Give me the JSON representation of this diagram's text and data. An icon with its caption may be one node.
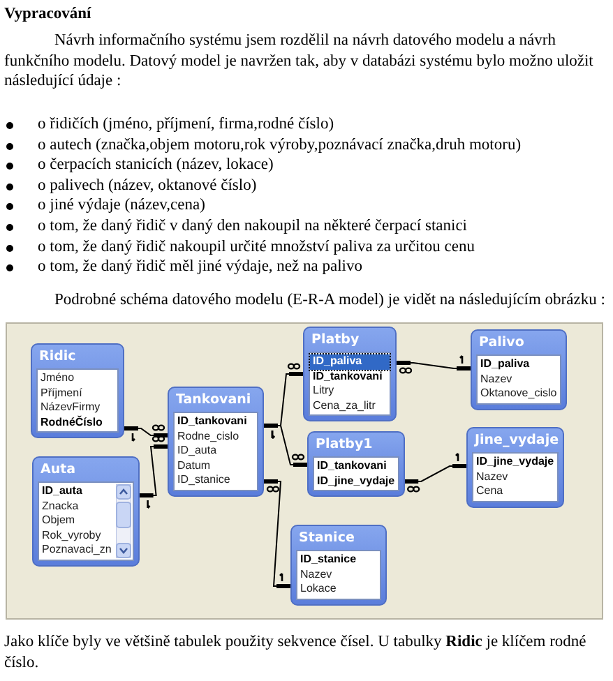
{
  "diagram": {
    "title": "Vypracování",
    "nodes": [
      {
        "text": [
          "Ridic",
          "Jméno",
          "Příjmení",
          "NázevFirmy",
          "RodnéČíslo"
        ]
      },
      {
        "text": [
          "Auta",
          "ID_auta",
          "Znacka",
          "Objem",
          "Rok_vyroby",
          "Poznavaci_zn"
        ]
      },
      {
        "text": [
          "Tankovani",
          "ID_tankovani",
          "Rodne_cislo",
          "ID_auta",
          "Datum",
          "ID_stanice"
        ]
      },
      {
        "text": [
          "Platby",
          "ID_paliva",
          "ID_tankovani",
          "Litry",
          "Cena_za_litr"
        ]
      },
      {
        "text": [
          "Platby1",
          "ID_tankovani",
          "ID_jine_vydaje"
        ]
      },
      {
        "text": [
          "Stanice",
          "ID_stanice",
          "Nazev",
          "Lokace"
        ]
      },
      {
        "text": [
          "Palivo",
          "ID_paliva",
          "Nazev",
          "Oktanove_cislo"
        ]
      },
      {
        "text": [
          "Jine_vydaje",
          "ID_jine_vydaje",
          "Nazev",
          "Cena"
        ]
      }
    ],
    "edges": [
      {
        "from": 0,
        "to": 2,
        "arrow": "other"
      },
      {
        "from": 1,
        "to": 2,
        "arrow": "other"
      },
      {
        "from": 2,
        "to": 3,
        "arrow": "other"
      },
      {
        "from": 2,
        "to": 4,
        "arrow": "other"
      },
      {
        "from": 5,
        "to": 2,
        "arrow": "other"
      },
      {
        "from": 6,
        "to": 3,
        "arrow": "other"
      },
      {
        "from": 7,
        "to": 4,
        "arrow": "other"
      }
    ],
    "labels": [
      "Návrh informačního systému jsem rozdělil na návrh datového modelu a návrh funkčního modelu. Datový model je navržen tak, aby v databázi systému bylo možno uložit následující údaje :",
      "o řidičích (jméno, příjmení, firma,rodné číslo)",
      "o autech (značka,objem motoru,rok výroby,poznávací značka,druh motoru)",
      "o čerpacích stanicích (název, lokace)",
      "o palivech (název, oktanové číslo)",
      "o jiné výdaje (název,cena)",
      "o tom, že daný řidič v daný den nakoupil na některé čerpací stanici",
      "o tom, že daný řidič nakoupil určité množství paliva za určitou cenu",
      "o tom, že daný řidič měl jiné výdaje, než na palivo",
      "Podrobné schéma datového modelu (E-R-A model) je vidět na následujícím obrázku :",
      "Jako klíče byly ve většině tabulek použity sekvence čísel. U tabulky **Ridic** je klíčem rodné číslo."
    ]
  }
}
